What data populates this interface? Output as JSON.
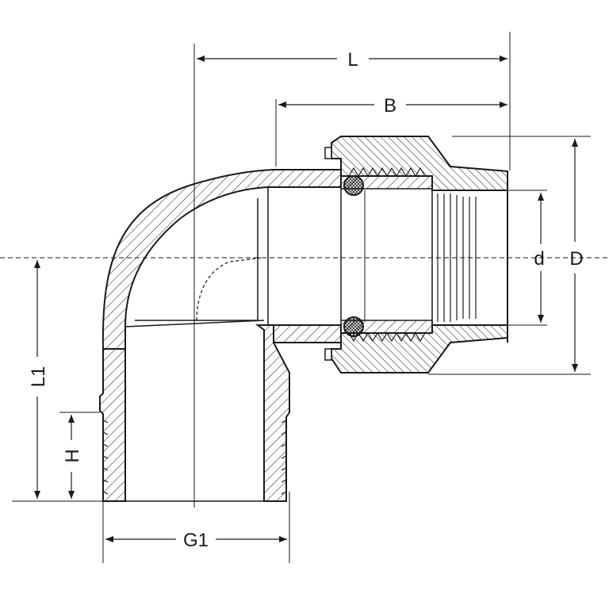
{
  "dimensions": {
    "L": "L",
    "B": "B",
    "D": "D",
    "d": "d",
    "L1": "L1",
    "H": "H",
    "G1": "G1"
  },
  "colors": {
    "ink": "#1a1a1a",
    "paper": "#ffffff"
  }
}
